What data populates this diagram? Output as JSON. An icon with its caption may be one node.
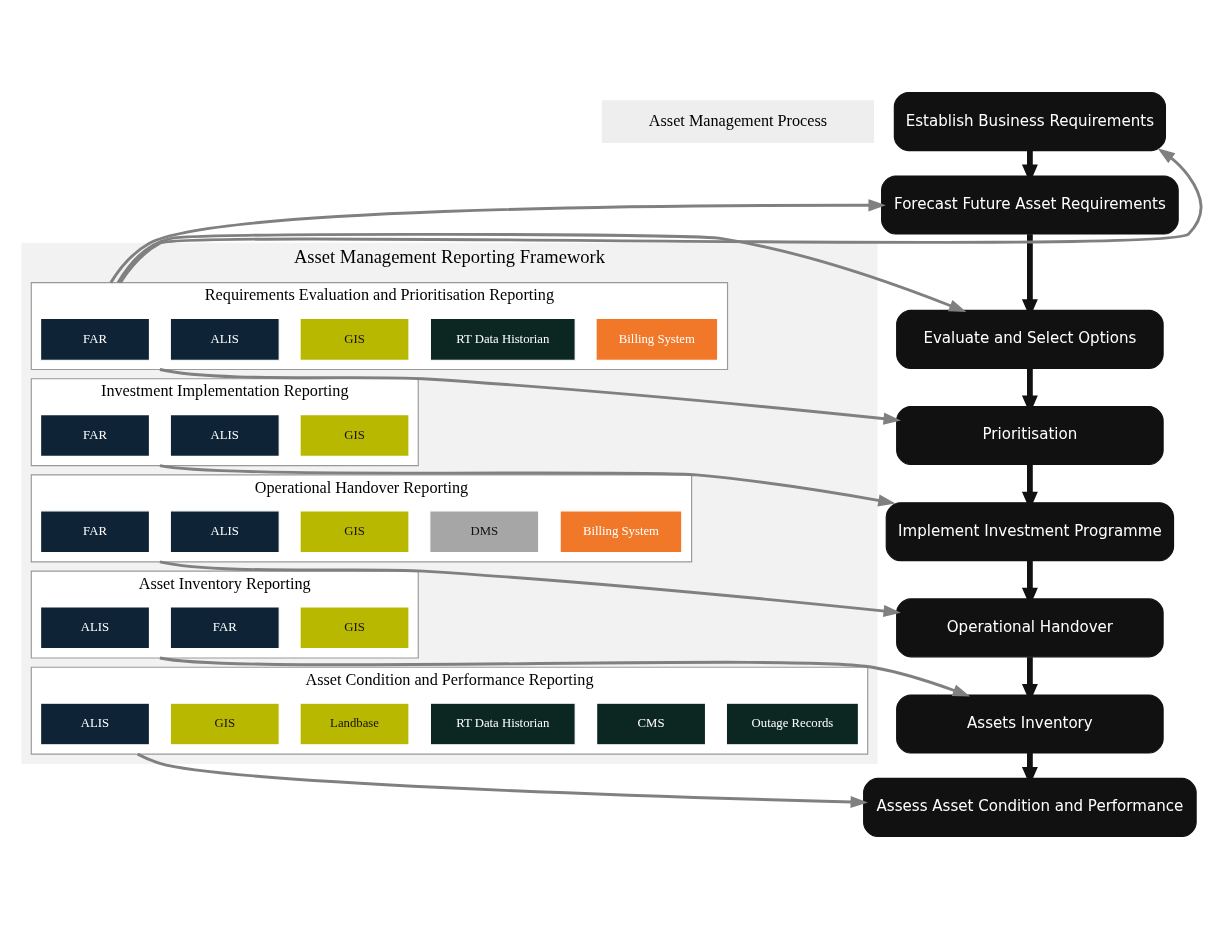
{
  "diagram": {
    "nodes": [
      {
        "text": [
          "Asset Management Process"
        ]
      },
      {
        "text": [
          "Establish Business Requirements"
        ]
      },
      {
        "text": [
          "Forecast Future Asset Requirements"
        ]
      },
      {
        "text": [
          "Evaluate and Select Options"
        ]
      },
      {
        "text": [
          "Prioritisation"
        ]
      },
      {
        "text": [
          "Implement Investment Programme"
        ]
      },
      {
        "text": [
          "Operational Handover"
        ]
      },
      {
        "text": [
          "Assets Inventory"
        ]
      },
      {
        "text": [
          "Assess Asset Condition and Performance"
        ]
      },
      {
        "text": [
          "Asset Management Reporting Framework"
        ]
      },
      {
        "text": [
          "Requirements Evaluation and Prioritisation Reporting"
        ],
        "in": 9
      },
      {
        "text": [
          "FAR"
        ],
        "in": 10
      },
      {
        "text": [
          "ALIS"
        ],
        "in": 10
      },
      {
        "text": [
          "GIS"
        ],
        "in": 10
      },
      {
        "text": [
          "RT Data Historian"
        ],
        "in": 10
      },
      {
        "text": [
          "Billing System"
        ],
        "in": 10
      },
      {
        "text": [
          "Investment Implementation Reporting"
        ],
        "in": 9
      },
      {
        "text": [
          "FAR"
        ],
        "in": 16
      },
      {
        "text": [
          "ALIS"
        ],
        "in": 16
      },
      {
        "text": [
          "GIS"
        ],
        "in": 16
      },
      {
        "text": [
          "Operational Handover Reporting"
        ],
        "in": 9
      },
      {
        "text": [
          "FAR"
        ],
        "in": 20
      },
      {
        "text": [
          "ALIS"
        ],
        "in": 20
      },
      {
        "text": [
          "GIS"
        ],
        "in": 20
      },
      {
        "text": [
          "DMS"
        ],
        "in": 20
      },
      {
        "text": [
          "Billing System"
        ],
        "in": 20
      },
      {
        "text": [
          "Asset Inventory Reporting"
        ],
        "in": 9
      },
      {
        "text": [
          "ALIS"
        ],
        "in": 26
      },
      {
        "text": [
          "FAR"
        ],
        "in": 26
      },
      {
        "text": [
          "GIS"
        ],
        "in": 26
      },
      {
        "text": [
          "Asset Condition and Performance Reporting"
        ],
        "in": 9
      },
      {
        "text": [
          "ALIS"
        ],
        "in": 30
      },
      {
        "text": [
          "GIS"
        ],
        "in": 30
      },
      {
        "text": [
          "Landbase"
        ],
        "in": 30
      },
      {
        "text": [
          "RT Data Historian"
        ],
        "in": 30
      },
      {
        "text": [
          "CMS"
        ],
        "in": 30
      },
      {
        "text": [
          "Outage Records"
        ],
        "in": 30
      }
    ],
    "edges": [
      {
        "from": 1,
        "to": 2,
        "arrow": "to",
        "style": "thick",
        "color": "#111111"
      },
      {
        "from": 2,
        "to": 3,
        "arrow": "to",
        "style": "thick",
        "color": "#111111"
      },
      {
        "from": 3,
        "to": 4,
        "arrow": "to",
        "style": "thick",
        "color": "#111111"
      },
      {
        "from": 4,
        "to": 5,
        "arrow": "to",
        "style": "thick",
        "color": "#111111"
      },
      {
        "from": 5,
        "to": 6,
        "arrow": "to",
        "style": "thick",
        "color": "#111111"
      },
      {
        "from": 6,
        "to": 7,
        "arrow": "to",
        "style": "thick",
        "color": "#111111"
      },
      {
        "from": 7,
        "to": 8,
        "arrow": "to",
        "style": "thick",
        "color": "#111111"
      },
      {
        "from": 10,
        "to": 1,
        "arrow": "to"
      },
      {
        "from": 10,
        "to": 2,
        "arrow": "to"
      },
      {
        "from": 10,
        "to": 3,
        "arrow": "to"
      },
      {
        "from": 10,
        "to": 4,
        "arrow": "to"
      },
      {
        "from": 16,
        "to": 5,
        "arrow": "to"
      },
      {
        "from": 20,
        "to": 6,
        "arrow": "to"
      },
      {
        "from": 26,
        "to": 7,
        "arrow": "to"
      },
      {
        "from": 30,
        "to": 8,
        "arrow": "to"
      }
    ]
  }
}
